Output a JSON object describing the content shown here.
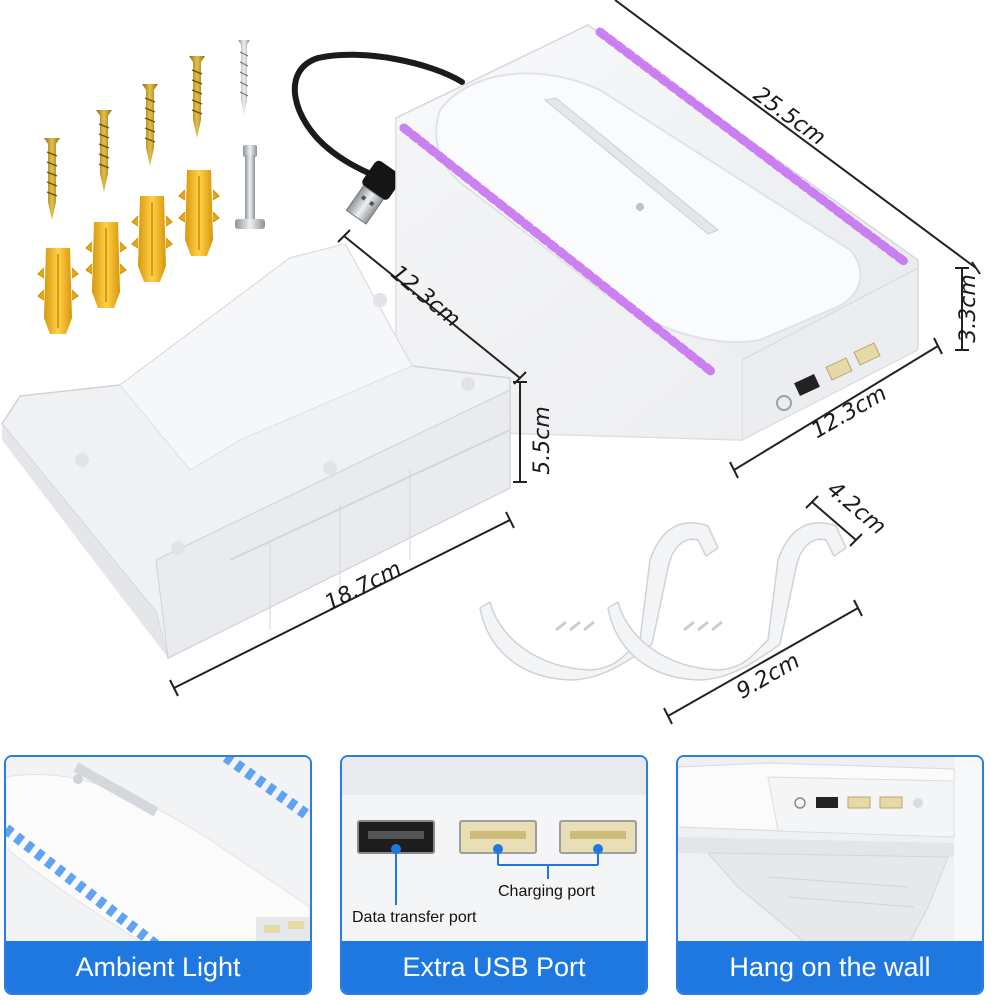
{
  "dimensions": {
    "shelf_length": "25.5cm",
    "shelf_height": "3.3cm",
    "shelf_width": "12.3cm",
    "bracket_depth": "12.3cm",
    "bracket_height": "5.5cm",
    "bracket_length": "18.7cm",
    "hook_width": "4.2cm",
    "hook_length": "9.2cm"
  },
  "panels": {
    "ambient": {
      "caption": "Ambient Light"
    },
    "usb": {
      "caption": "Extra USB Port",
      "charging_label": "Charging port",
      "data_label": "Data transfer port"
    },
    "wall": {
      "caption": "Hang on the wall"
    }
  },
  "colors": {
    "accent_blue": "#1f78e0",
    "led_purple": "#c56cf0",
    "led_blue": "#3a8ef0",
    "screw_gold": "#c9a227",
    "anchor_yellow": "#f2b81c",
    "product_white": "#f4f5f7"
  }
}
